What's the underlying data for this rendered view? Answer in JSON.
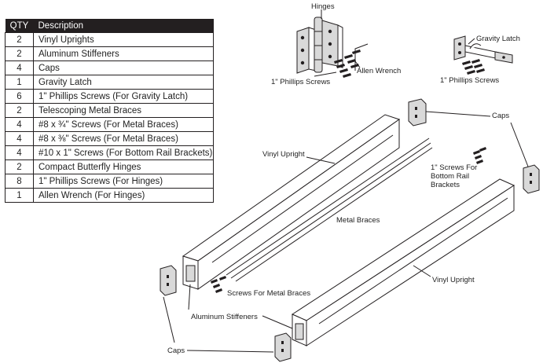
{
  "table": {
    "headers": {
      "qty": "QTY",
      "description": "Description"
    },
    "rows": [
      {
        "qty": "2",
        "description": "Vinyl Uprights"
      },
      {
        "qty": "2",
        "description": "Aluminum Stiffeners"
      },
      {
        "qty": "4",
        "description": "Caps"
      },
      {
        "qty": "1",
        "description": "Gravity Latch"
      },
      {
        "qty": "6",
        "description": "1\" Phillips Screws (For Gravity Latch)"
      },
      {
        "qty": "2",
        "description": "Telescoping Metal Braces"
      },
      {
        "qty": "4",
        "description": "#8 x ¾\" Screws (For Metal Braces)"
      },
      {
        "qty": "4",
        "description": "#8 x ⅜\" Screws (For Metal Braces)"
      },
      {
        "qty": "4",
        "description": "#10 x 1\" Screws (For Bottom Rail Brackets)"
      },
      {
        "qty": "2",
        "description": "Compact Butterfly Hinges"
      },
      {
        "qty": "8",
        "description": "1\" Phillips Screws (For Hinges)"
      },
      {
        "qty": "1",
        "description": "Allen Wrench (For Hinges)"
      }
    ]
  },
  "labels": {
    "hinges": "Hinges",
    "allen_wrench": "Allen Wrench",
    "phillips_screws_hinges": "1\" Phillips Screws",
    "gravity_latch": "Gravity Latch",
    "phillips_screws_latch": "1\" Phillips Screws",
    "caps_right": "Caps",
    "vinyl_upright_top": "Vinyl Upright",
    "bottom_rail_screws_line1": "1\" Screws For",
    "bottom_rail_screws_line2": "Bottom Rail",
    "bottom_rail_screws_line3": "Brackets",
    "metal_braces": "Metal Braces",
    "vinyl_upright_bottom": "Vinyl Upright",
    "screws_metal_braces": "Screws For Metal Braces",
    "aluminum_stiffeners": "Aluminum Stiffeners",
    "caps_left": "Caps"
  }
}
